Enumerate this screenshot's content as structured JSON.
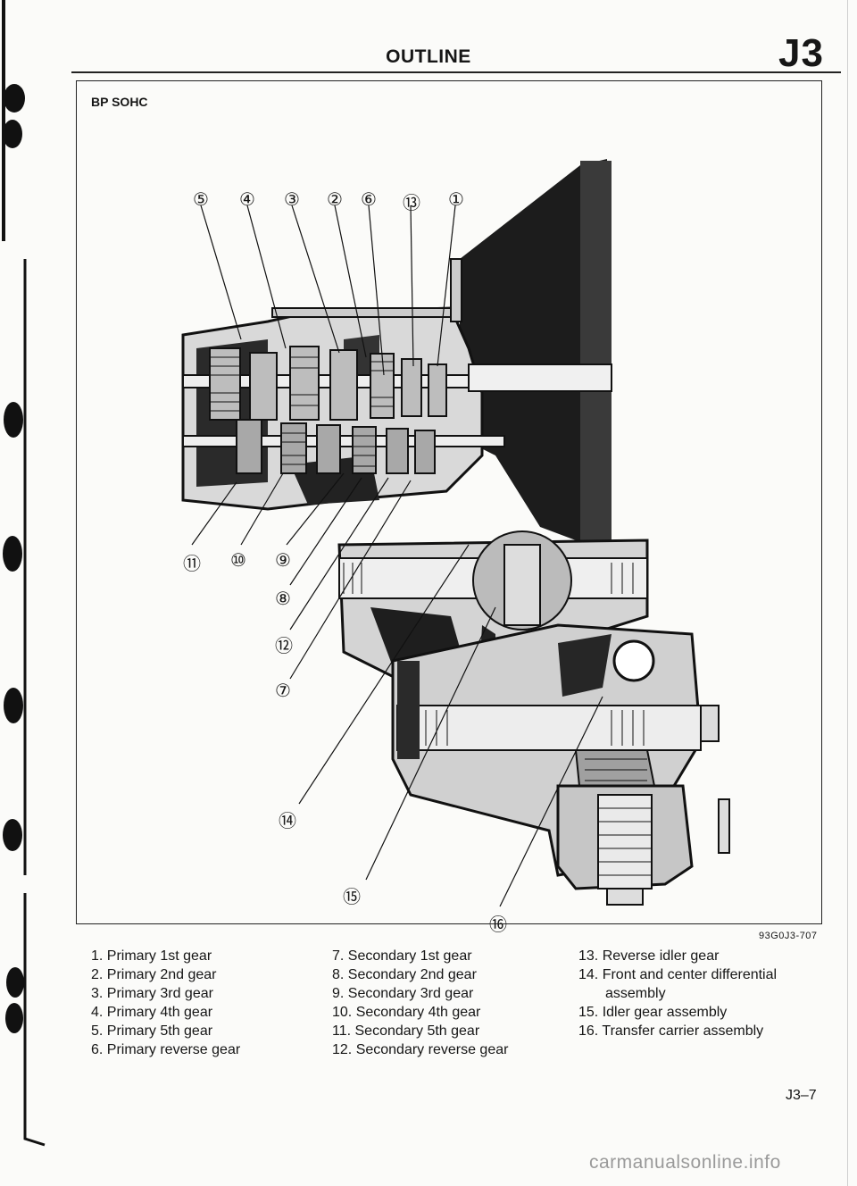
{
  "header": {
    "title": "OUTLINE",
    "section": "J3"
  },
  "figure": {
    "label": "BP SOHC",
    "code": "93G0J3-707",
    "callouts": [
      "⑤",
      "④",
      "③",
      "②",
      "⑥",
      "⑬",
      "①",
      "⑪",
      "⑩",
      "⑨",
      "⑧",
      "⑫",
      "⑦",
      "⑭",
      "⑮",
      "⑯"
    ]
  },
  "legend": {
    "col1": [
      "1. Primary 1st gear",
      "2. Primary 2nd gear",
      "3. Primary 3rd gear",
      "4. Primary 4th gear",
      "5. Primary 5th gear",
      "6. Primary reverse gear"
    ],
    "col2": [
      "7. Secondary 1st gear",
      "8. Secondary 2nd gear",
      "9. Secondary 3rd gear",
      "10. Secondary 4th gear",
      "11. Secondary 5th gear",
      "12. Secondary reverse gear"
    ],
    "col3": [
      "13. Reverse idler gear",
      "14. Front and center differential",
      "assembly",
      "15. Idler gear assembly",
      "16. Transfer carrier assembly"
    ]
  },
  "page_number": "J3–7",
  "footer": "carmanualsonline.info"
}
